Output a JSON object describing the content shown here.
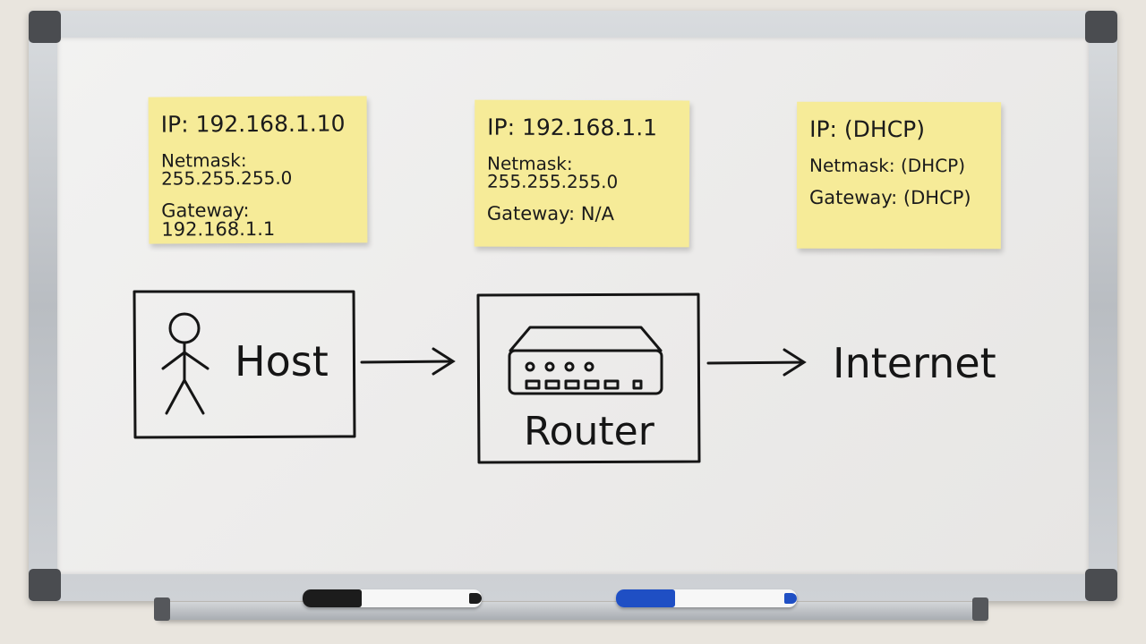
{
  "notes": [
    {
      "ip": "IP: 192.168.1.10",
      "netmask": "Netmask: 255.255.255.0",
      "gateway": "Gateway: 192.168.1.1"
    },
    {
      "ip": "IP: 192.168.1.1",
      "netmask": "Netmask: 255.255.255.0",
      "gateway": "Gateway: N/A"
    },
    {
      "ip": "IP: (DHCP)",
      "netmask": "Netmask: (DHCP)",
      "gateway": "Gateway: (DHCP)"
    }
  ],
  "diagram": {
    "host_label": "Host",
    "router_label": "Router",
    "internet_label": "Internet"
  },
  "colors": {
    "board": "#efeeed",
    "sticky": "#f6eb98",
    "ink": "#151515",
    "black_marker": "#1c1c1c",
    "blue_marker": "#1f4fc4"
  },
  "icons": [
    "stick-figure-icon",
    "router-icon",
    "arrow-right-icon"
  ]
}
